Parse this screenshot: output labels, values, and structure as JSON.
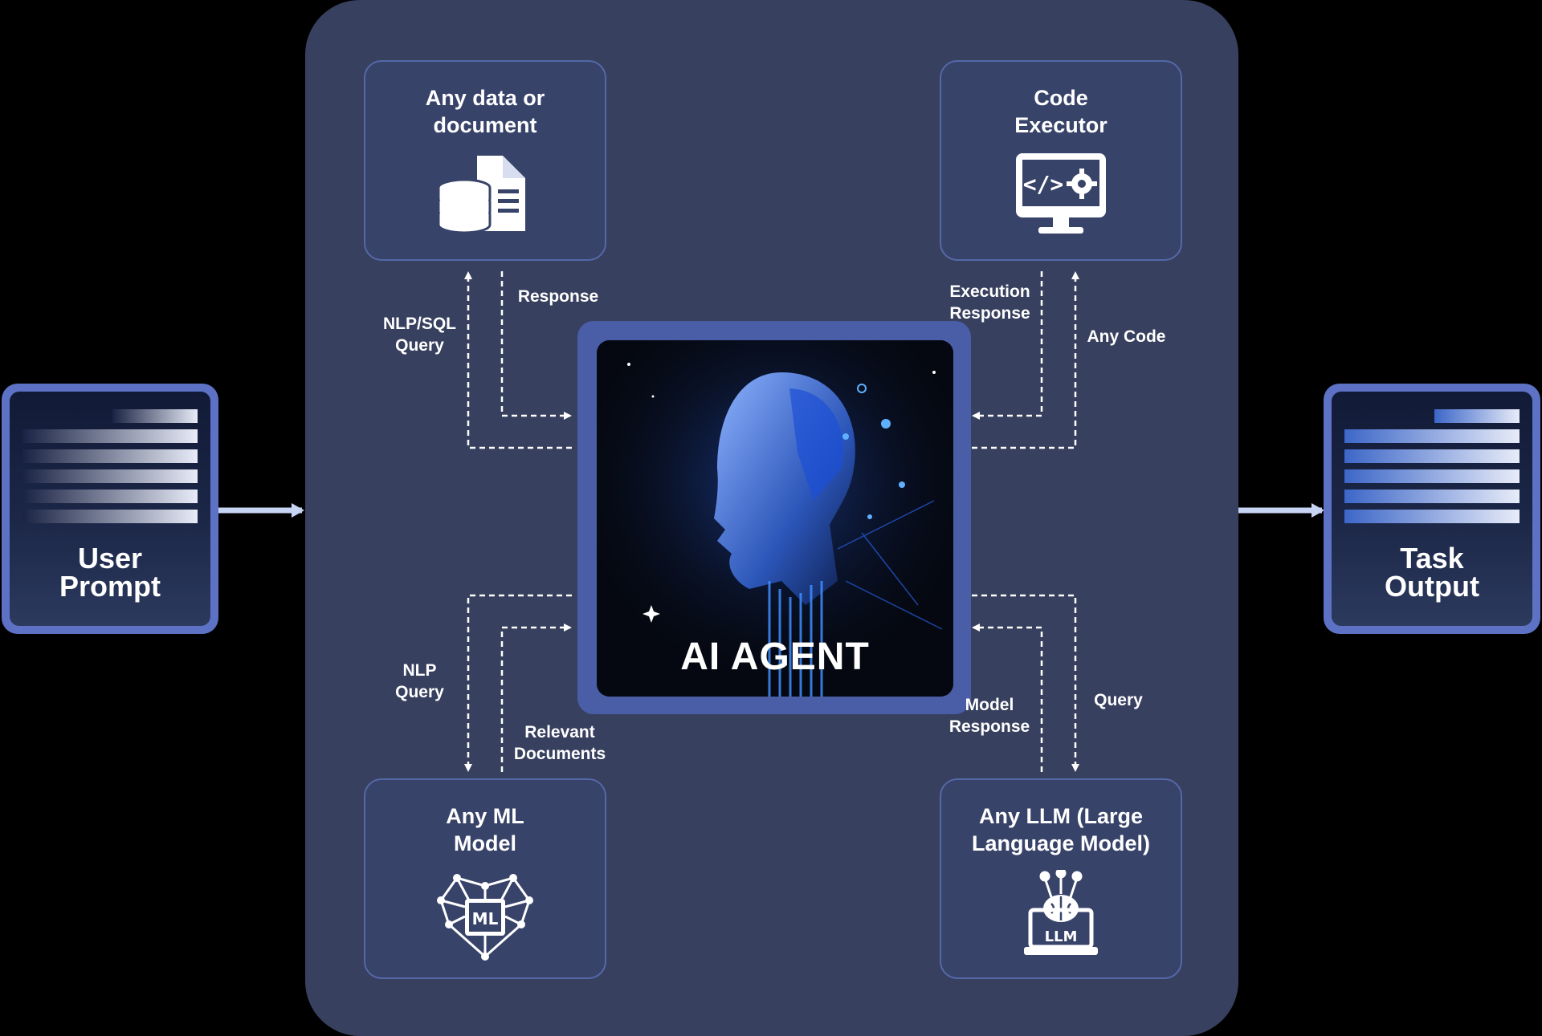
{
  "boxes": {
    "data": {
      "title": "Any data or\ndocument",
      "icon": "database-document-icon"
    },
    "code": {
      "title": "Code\nExecutor",
      "icon": "monitor-code-gear-icon"
    },
    "ml": {
      "title": "Any ML\nModel",
      "icon": "ml-chip-network-icon",
      "icon_text": "ML"
    },
    "llm": {
      "title": "Any LLM (Large\nLanguage Model)",
      "icon": "llm-brain-laptop-icon",
      "icon_text": "LLM"
    }
  },
  "agent": {
    "title": "AI AGENT",
    "image": "ai-robot-head-illustration"
  },
  "input": {
    "title": "User\nPrompt",
    "icon": "document-lines-icon"
  },
  "output": {
    "title": "Task\nOutput",
    "icon": "document-lines-icon"
  },
  "edges": {
    "nlp_sql_query": "NLP/SQL\nQuery",
    "response": "Response",
    "execution_response": "Execution\nResponse",
    "any_code": "Any Code",
    "nlp_query": "NLP\nQuery",
    "relevant_documents": "Relevant\nDocuments",
    "model_response": "Model\nResponse",
    "query": "Query"
  },
  "colors": {
    "background": "#000000",
    "panel": "#37405e",
    "box_border": "#5568a8",
    "agent_frame": "#4a5ea8",
    "side_border": "#5d72c4",
    "arrow": "#c8d4f4"
  }
}
